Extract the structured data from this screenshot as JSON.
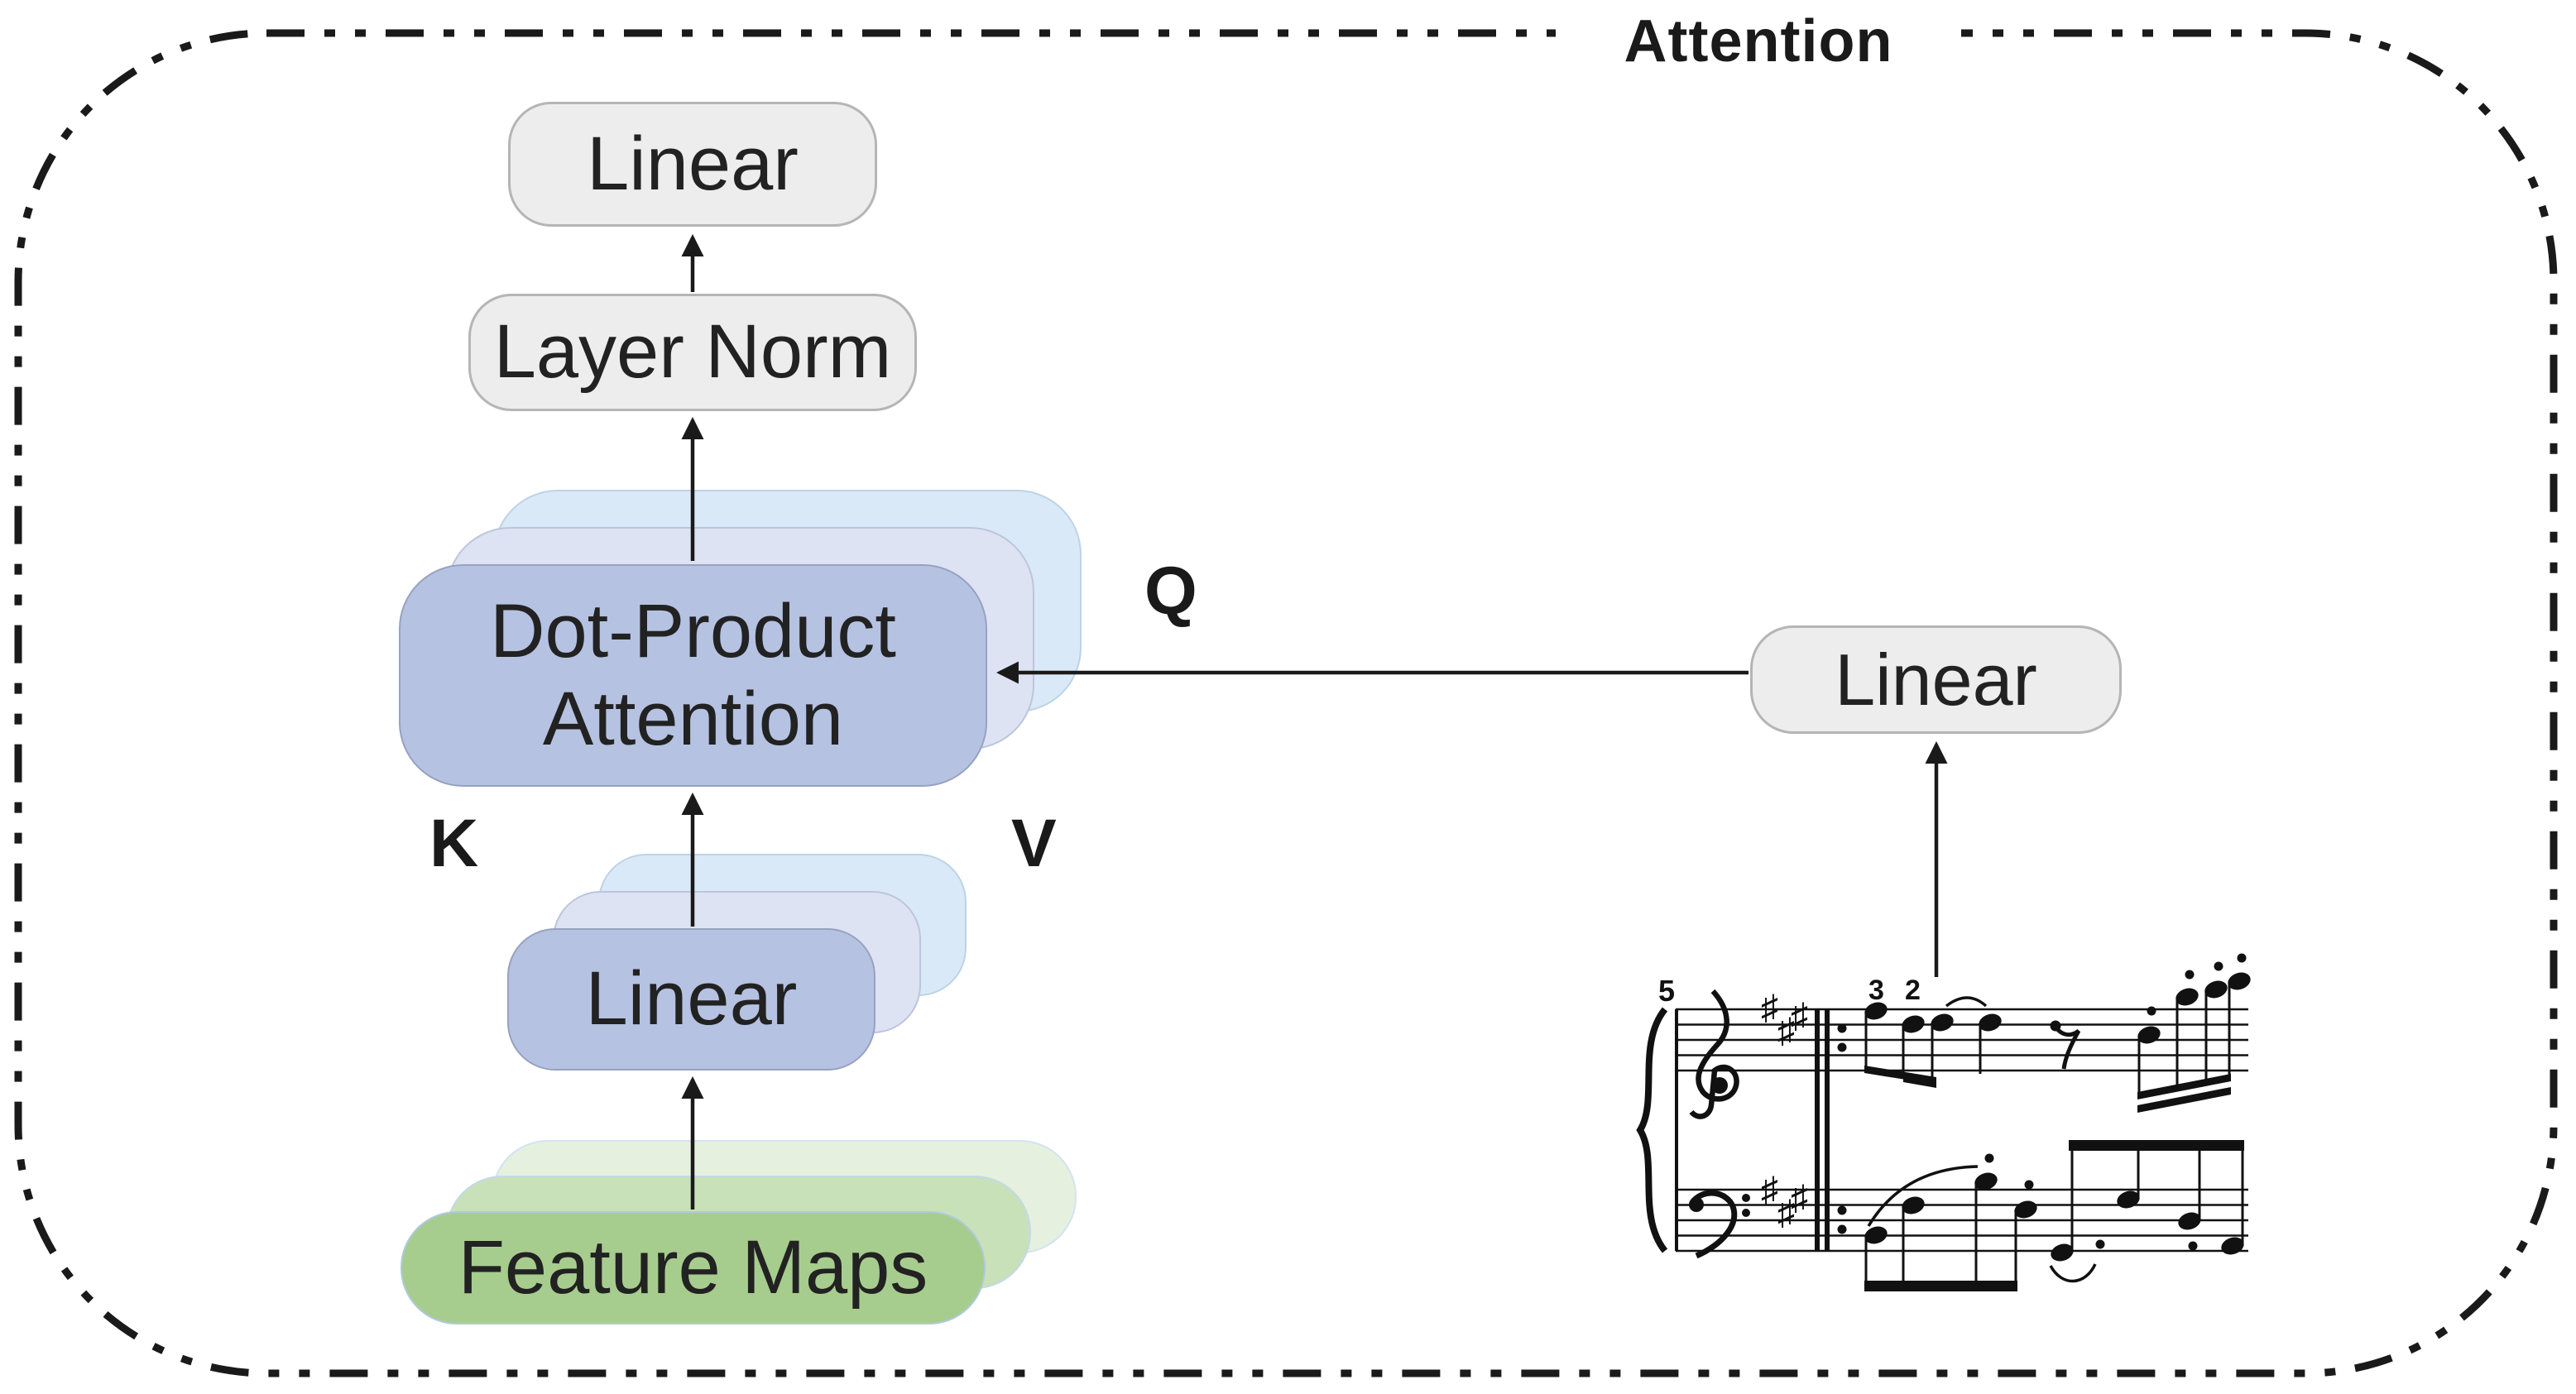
{
  "title": "Attention",
  "nodes": {
    "output_linear": {
      "label": "Linear"
    },
    "layer_norm": {
      "label": "Layer Norm"
    },
    "dot_product_attention": {
      "line1": "Dot-Product",
      "line2": "Attention"
    },
    "kv_linear": {
      "label": "Linear"
    },
    "q_linear": {
      "label": "Linear"
    },
    "feature_maps": {
      "label": "Feature Maps"
    }
  },
  "edge_labels": {
    "q": "Q",
    "k": "K",
    "v": "V"
  },
  "music_score": {
    "measure_number": "5",
    "fingering_numbers": [
      "3",
      "2"
    ]
  },
  "colors": {
    "ink": "#1a1a1a",
    "grey_fill": "#ededed",
    "grey_border": "#b5b5b5",
    "blue_front": "#b5c2e2",
    "blue_front_border": "#97a2bf",
    "blue_mid": "#dde3f3",
    "blue_mid_border": "#bcc5db",
    "blue_back": "#d9e9f7",
    "blue_back_border": "#bdd3e6",
    "green_front": "#a7cd8e",
    "green_front_border": "#afc9de",
    "green_mid": "#c9e1b8",
    "green_mid_border": "#c3d9e9",
    "green_back": "#e5f1de",
    "green_back_border": "#d3e3f0"
  }
}
